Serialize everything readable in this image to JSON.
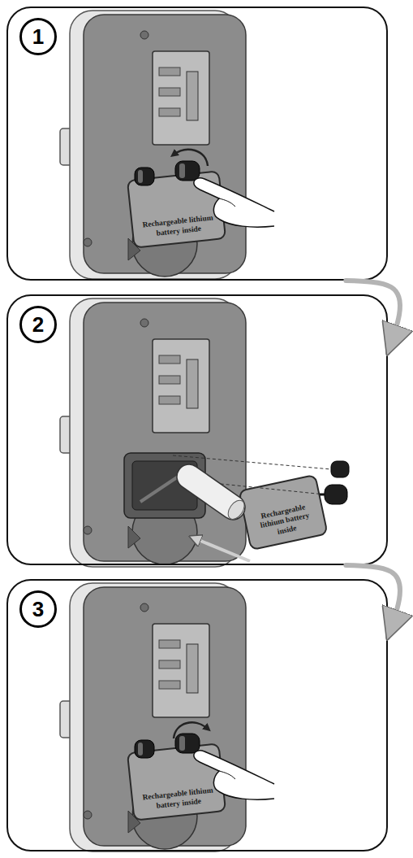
{
  "diagram": {
    "nodes": [
      {
        "text": [
          "1"
        ]
      },
      {
        "text": [
          "Rechargeable lithium battery inside"
        ],
        "in": 0
      },
      {
        "text": [
          "2"
        ]
      },
      {
        "text": [
          "Rechargeable lithium battery inside"
        ],
        "in": 2
      },
      {
        "text": [
          "3"
        ]
      },
      {
        "text": [
          "Rechargeable lithium battery inside"
        ],
        "in": 4
      }
    ],
    "edges": [
      {
        "from": 0,
        "to": 2,
        "arrow": "to"
      },
      {
        "from": 2,
        "to": 4,
        "arrow": "to"
      }
    ]
  }
}
